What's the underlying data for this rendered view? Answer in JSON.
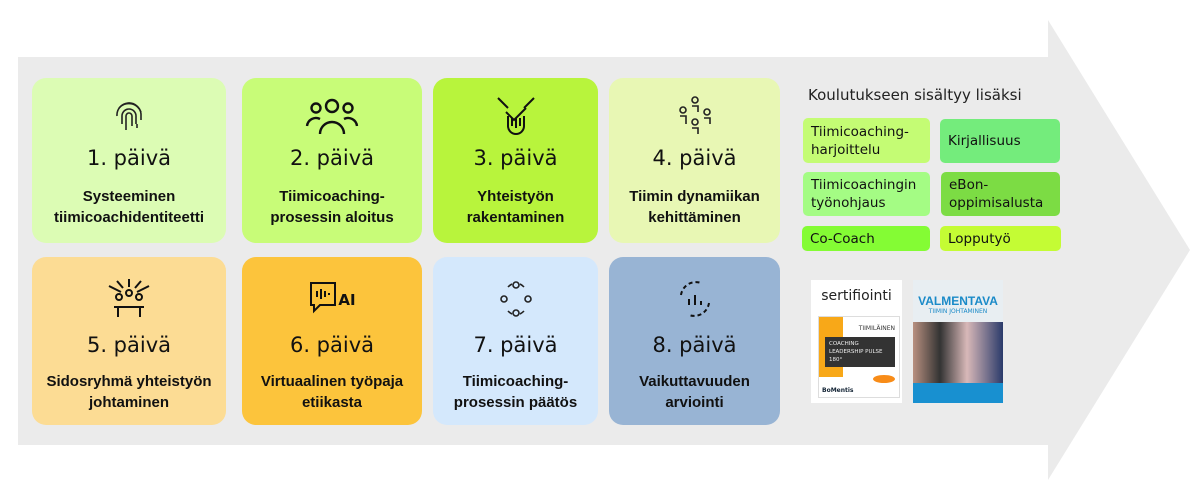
{
  "days": [
    {
      "label": "1. päivä",
      "title": "Systeeminen tiimicoachidentiteetti",
      "icon": "fingerprint-icon",
      "color": "#dcfcb4"
    },
    {
      "label": "2. päivä",
      "title": "Tiimicoaching-prosessin aloitus",
      "icon": "group-icon",
      "color": "#c8fc78"
    },
    {
      "label": "3. päivä",
      "title": "Yhteistyön rakentaminen",
      "icon": "handshake-icon",
      "color": "#b8f43c"
    },
    {
      "label": "4. päivä",
      "title": "Tiimin dynamiikan kehittäminen",
      "icon": "people-network-icon",
      "color": "#e8f7b4"
    },
    {
      "label": "5. päivä",
      "title": "Sidosryhmä yhteistyön johtaminen",
      "icon": "meeting-icon",
      "color": "#fcdc94"
    },
    {
      "label": "6. päivä",
      "title": "Virtuaalinen työpaja etiikasta",
      "icon": "ai-chat-icon",
      "icon_text": "AI",
      "color": "#fcc43c"
    },
    {
      "label": "7. päivä",
      "title": "Tiimicoaching-prosessin päätös",
      "icon": "people-cycle-icon",
      "color": "#d4e8fc"
    },
    {
      "label": "8. päivä",
      "title": "Vaikuttavuuden arviointi",
      "icon": "chart-cycle-icon",
      "color": "#98b4d4"
    }
  ],
  "extras": {
    "title": "Koulutukseen sisältyy lisäksi",
    "items": [
      {
        "label": "Tiimicoaching-harjoittelu",
        "color": "#c4fc74"
      },
      {
        "label": "Kirjallisuus",
        "color": "#74ec7c"
      },
      {
        "label": "Tiimicoachingin työnohjaus",
        "color": "#a4fc84"
      },
      {
        "label": "eBon-oppimisalusta",
        "color": "#7cdc44"
      },
      {
        "label": "Co-Coach",
        "color": "#84fc34"
      },
      {
        "label": "Lopputyö",
        "color": "#c4fc34"
      }
    ]
  },
  "cert": {
    "label": "sertifiointi",
    "badge_top": "TIIMILÄINEN",
    "badge_main": "COACHING LEADERSHIP PULSE 180°",
    "brand": "BoMentis"
  },
  "book": {
    "title": "VALMENTAVA",
    "subtitle": "TIIMIN JOHTAMINEN"
  }
}
